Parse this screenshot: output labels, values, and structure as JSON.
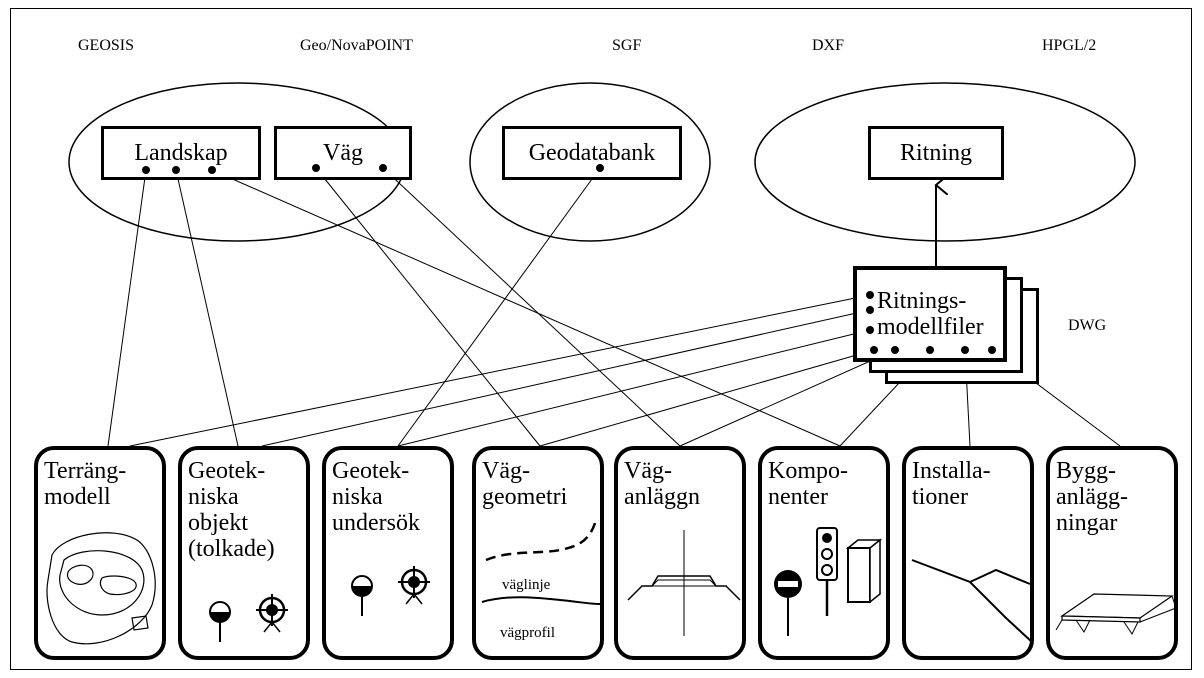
{
  "formats": {
    "geosis": "GEOSIS",
    "geonovapoint": "Geo/NovaPOINT",
    "sgf": "SGF",
    "dxf": "DXF",
    "hpgl": "HPGL/2",
    "dwg": "DWG"
  },
  "sources": {
    "landskap": "Landskap",
    "vag": "Väg",
    "geodatabank": "Geodatabank",
    "ritning": "Ritning"
  },
  "model_files": {
    "line1": "Ritnings-",
    "line2": "modellfiler"
  },
  "cards": [
    {
      "line1": "Terräng-",
      "line2": "modell",
      "line3": "",
      "line4": ""
    },
    {
      "line1": "Geotek-",
      "line2": "niska",
      "line3": "objekt",
      "line4": "(tolkade)"
    },
    {
      "line1": "Geotek-",
      "line2": "niska",
      "line3": "undersök",
      "line4": ""
    },
    {
      "line1": "Väg-",
      "line2": "geometri",
      "line3": "",
      "line4": ""
    },
    {
      "line1": "Väg-",
      "line2": "anläggn",
      "line3": "",
      "line4": ""
    },
    {
      "line1": "Kompo-",
      "line2": "nenter",
      "line3": "",
      "line4": ""
    },
    {
      "line1": "Installa-",
      "line2": "tioner",
      "line3": "",
      "line4": ""
    },
    {
      "line1": "Bygg-",
      "line2": "anlägg-",
      "line3": "ningar",
      "line4": ""
    }
  ],
  "road_labels": {
    "vaglinje": "väglinje",
    "vagprofil": "vägprofil"
  }
}
